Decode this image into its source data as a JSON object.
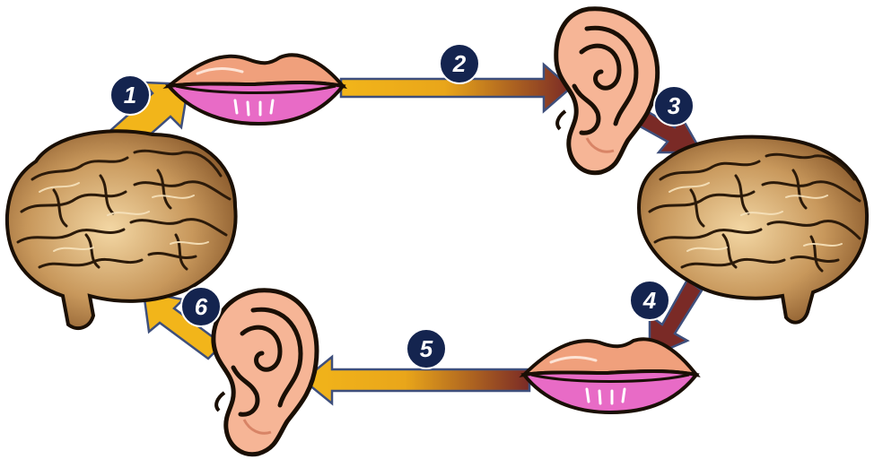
{
  "diagram": {
    "steps": [
      {
        "number": "1",
        "from": "left-brain",
        "to": "top-mouth"
      },
      {
        "number": "2",
        "from": "top-mouth",
        "to": "top-ear"
      },
      {
        "number": "3",
        "from": "top-ear",
        "to": "right-brain"
      },
      {
        "number": "4",
        "from": "right-brain",
        "to": "bottom-mouth"
      },
      {
        "number": "5",
        "from": "bottom-mouth",
        "to": "bottom-ear"
      },
      {
        "number": "6",
        "from": "bottom-ear",
        "to": "left-brain"
      }
    ],
    "figures": [
      "left-brain",
      "top-mouth",
      "top-ear",
      "right-brain",
      "bottom-mouth",
      "bottom-ear"
    ],
    "colors": {
      "badge_fill": "#14244f",
      "badge_stroke": "#ffffff",
      "arrow_gold": "#f2b51a",
      "arrow_maroon": "#7a2a26",
      "arrow_outline": "#3e4f7c",
      "brain_fill": "#a97a45",
      "brain_light": "#f3d7a4",
      "lip_top": "#f0a07c",
      "lip_bottom": "#e86bc6",
      "ear_fill": "#f6b596"
    }
  }
}
